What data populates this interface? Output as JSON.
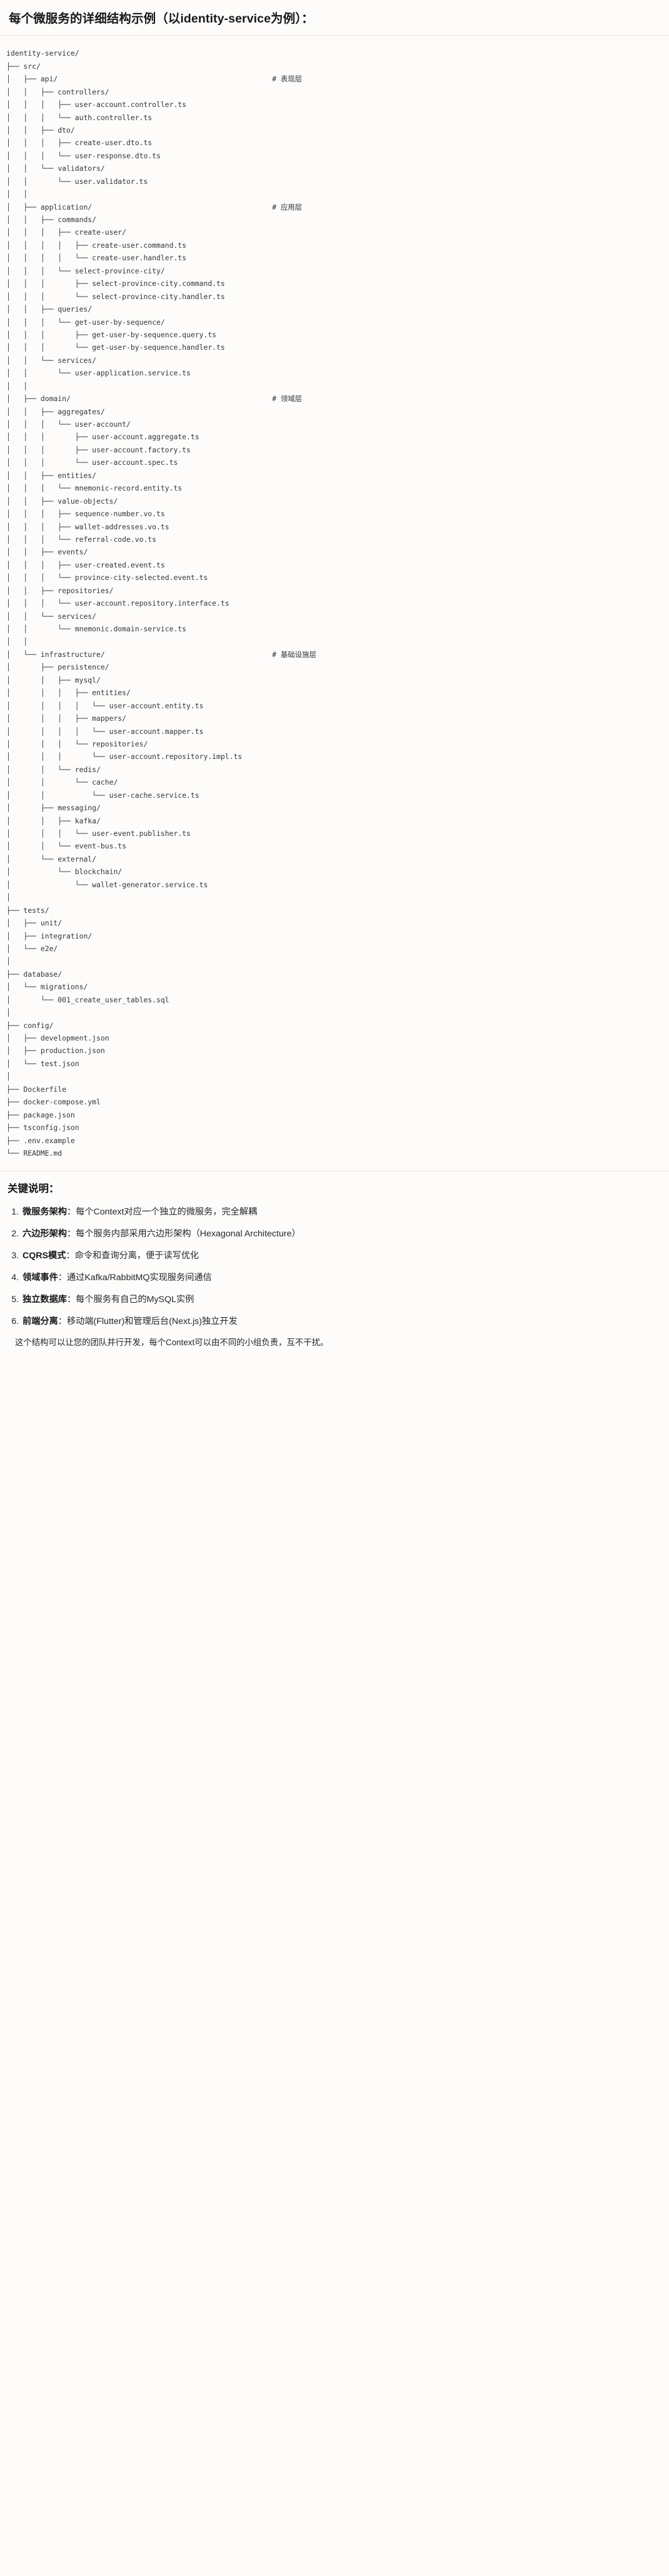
{
  "heading": "每个微服务的详细结构示例（以identity-service为例）：",
  "tree": {
    "comment_column": 62,
    "lines": [
      {
        "text": "identity-service/",
        "comment": ""
      },
      {
        "text": "├── src/",
        "comment": ""
      },
      {
        "text": "│   ├── api/",
        "comment": "# 表现层"
      },
      {
        "text": "│   │   ├── controllers/",
        "comment": ""
      },
      {
        "text": "│   │   │   ├── user-account.controller.ts",
        "comment": ""
      },
      {
        "text": "│   │   │   └── auth.controller.ts",
        "comment": ""
      },
      {
        "text": "│   │   ├── dto/",
        "comment": ""
      },
      {
        "text": "│   │   │   ├── create-user.dto.ts",
        "comment": ""
      },
      {
        "text": "│   │   │   └── user-response.dto.ts",
        "comment": ""
      },
      {
        "text": "│   │   └── validators/",
        "comment": ""
      },
      {
        "text": "│   │       └── user.validator.ts",
        "comment": ""
      },
      {
        "text": "│   │",
        "comment": ""
      },
      {
        "text": "│   ├── application/",
        "comment": "# 应用层"
      },
      {
        "text": "│   │   ├── commands/",
        "comment": ""
      },
      {
        "text": "│   │   │   ├── create-user/",
        "comment": ""
      },
      {
        "text": "│   │   │   │   ├── create-user.command.ts",
        "comment": ""
      },
      {
        "text": "│   │   │   │   └── create-user.handler.ts",
        "comment": ""
      },
      {
        "text": "│   │   │   └── select-province-city/",
        "comment": ""
      },
      {
        "text": "│   │   │       ├── select-province-city.command.ts",
        "comment": ""
      },
      {
        "text": "│   │   │       └── select-province-city.handler.ts",
        "comment": ""
      },
      {
        "text": "│   │   ├── queries/",
        "comment": ""
      },
      {
        "text": "│   │   │   └── get-user-by-sequence/",
        "comment": ""
      },
      {
        "text": "│   │   │       ├── get-user-by-sequence.query.ts",
        "comment": ""
      },
      {
        "text": "│   │   │       └── get-user-by-sequence.handler.ts",
        "comment": ""
      },
      {
        "text": "│   │   └── services/",
        "comment": ""
      },
      {
        "text": "│   │       └── user-application.service.ts",
        "comment": ""
      },
      {
        "text": "│   │",
        "comment": ""
      },
      {
        "text": "│   ├── domain/",
        "comment": "# 领域层"
      },
      {
        "text": "│   │   ├── aggregates/",
        "comment": ""
      },
      {
        "text": "│   │   │   └── user-account/",
        "comment": ""
      },
      {
        "text": "│   │   │       ├── user-account.aggregate.ts",
        "comment": ""
      },
      {
        "text": "│   │   │       ├── user-account.factory.ts",
        "comment": ""
      },
      {
        "text": "│   │   │       └── user-account.spec.ts",
        "comment": ""
      },
      {
        "text": "│   │   ├── entities/",
        "comment": ""
      },
      {
        "text": "│   │   │   └── mnemonic-record.entity.ts",
        "comment": ""
      },
      {
        "text": "│   │   ├── value-objects/",
        "comment": ""
      },
      {
        "text": "│   │   │   ├── sequence-number.vo.ts",
        "comment": ""
      },
      {
        "text": "│   │   │   ├── wallet-addresses.vo.ts",
        "comment": ""
      },
      {
        "text": "│   │   │   └── referral-code.vo.ts",
        "comment": ""
      },
      {
        "text": "│   │   ├── events/",
        "comment": ""
      },
      {
        "text": "│   │   │   ├── user-created.event.ts",
        "comment": ""
      },
      {
        "text": "│   │   │   └── province-city-selected.event.ts",
        "comment": ""
      },
      {
        "text": "│   │   ├── repositories/",
        "comment": ""
      },
      {
        "text": "│   │   │   └── user-account.repository.interface.ts",
        "comment": ""
      },
      {
        "text": "│   │   └── services/",
        "comment": ""
      },
      {
        "text": "│   │       └── mnemonic.domain-service.ts",
        "comment": ""
      },
      {
        "text": "│   │",
        "comment": ""
      },
      {
        "text": "│   └── infrastructure/",
        "comment": "# 基础设施层"
      },
      {
        "text": "│       ├── persistence/",
        "comment": ""
      },
      {
        "text": "│       │   ├── mysql/",
        "comment": ""
      },
      {
        "text": "│       │   │   ├── entities/",
        "comment": ""
      },
      {
        "text": "│       │   │   │   └── user-account.entity.ts",
        "comment": ""
      },
      {
        "text": "│       │   │   ├── mappers/",
        "comment": ""
      },
      {
        "text": "│       │   │   │   └── user-account.mapper.ts",
        "comment": ""
      },
      {
        "text": "│       │   │   └── repositories/",
        "comment": ""
      },
      {
        "text": "│       │   │       └── user-account.repository.impl.ts",
        "comment": ""
      },
      {
        "text": "│       │   └── redis/",
        "comment": ""
      },
      {
        "text": "│       │       └── cache/",
        "comment": ""
      },
      {
        "text": "│       │           └── user-cache.service.ts",
        "comment": ""
      },
      {
        "text": "│       ├── messaging/",
        "comment": ""
      },
      {
        "text": "│       │   ├── kafka/",
        "comment": ""
      },
      {
        "text": "│       │   │   └── user-event.publisher.ts",
        "comment": ""
      },
      {
        "text": "│       │   └── event-bus.ts",
        "comment": ""
      },
      {
        "text": "│       └── external/",
        "comment": ""
      },
      {
        "text": "│           └── blockchain/",
        "comment": ""
      },
      {
        "text": "│               └── wallet-generator.service.ts",
        "comment": ""
      },
      {
        "text": "│",
        "comment": ""
      },
      {
        "text": "├── tests/",
        "comment": ""
      },
      {
        "text": "│   ├── unit/",
        "comment": ""
      },
      {
        "text": "│   ├── integration/",
        "comment": ""
      },
      {
        "text": "│   └── e2e/",
        "comment": ""
      },
      {
        "text": "│",
        "comment": ""
      },
      {
        "text": "├── database/",
        "comment": ""
      },
      {
        "text": "│   └── migrations/",
        "comment": ""
      },
      {
        "text": "│       └── 001_create_user_tables.sql",
        "comment": ""
      },
      {
        "text": "│",
        "comment": ""
      },
      {
        "text": "├── config/",
        "comment": ""
      },
      {
        "text": "│   ├── development.json",
        "comment": ""
      },
      {
        "text": "│   ├── production.json",
        "comment": ""
      },
      {
        "text": "│   └── test.json",
        "comment": ""
      },
      {
        "text": "│",
        "comment": ""
      },
      {
        "text": "├── Dockerfile",
        "comment": ""
      },
      {
        "text": "├── docker-compose.yml",
        "comment": ""
      },
      {
        "text": "├── package.json",
        "comment": ""
      },
      {
        "text": "├── tsconfig.json",
        "comment": ""
      },
      {
        "text": "├── .env.example",
        "comment": ""
      },
      {
        "text": "└── README.md",
        "comment": ""
      }
    ]
  },
  "notes": {
    "title": "关键说明：",
    "items": [
      {
        "term": "微服务架构",
        "sep": "：",
        "desc": "每个Context对应一个独立的微服务，完全解耦"
      },
      {
        "term": "六边形架构",
        "sep": "：",
        "desc": "每个服务内部采用六边形架构（Hexagonal Architecture）"
      },
      {
        "term": "CQRS模式",
        "sep": "：",
        "desc": "命令和查询分离，便于读写优化"
      },
      {
        "term": "领域事件",
        "sep": "：",
        "desc": "通过Kafka/RabbitMQ实现服务间通信"
      },
      {
        "term": "独立数据库",
        "sep": "：",
        "desc": "每个服务有自己的MySQL实例"
      },
      {
        "term": "前端分离",
        "sep": "：",
        "desc": "移动端(Flutter)和管理后台(Next.js)独立开发"
      }
    ],
    "closing": "这个结构可以让您的团队并行开发，每个Context可以由不同的小组负责，互不干扰。"
  }
}
